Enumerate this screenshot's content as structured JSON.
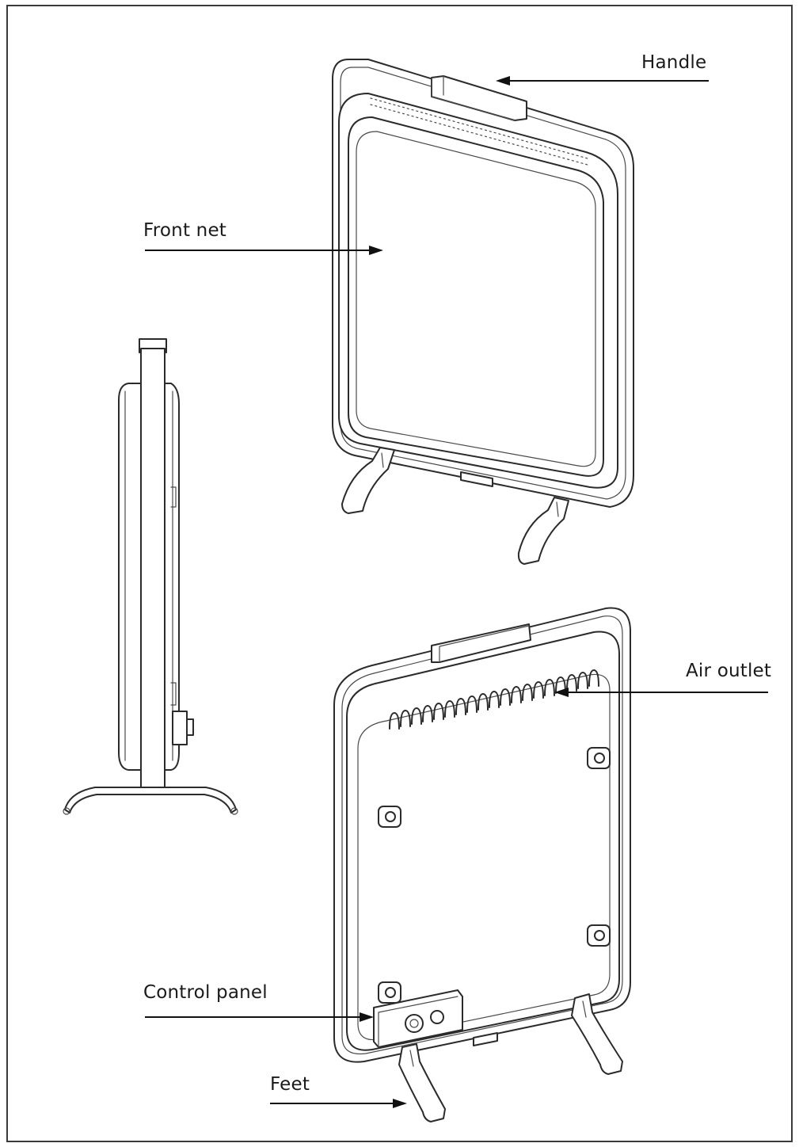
{
  "labels": {
    "handle": "Handle",
    "front_net": "Front net",
    "air_outlet": "Air outlet",
    "control_panel": "Control panel",
    "feet": "Feet"
  }
}
